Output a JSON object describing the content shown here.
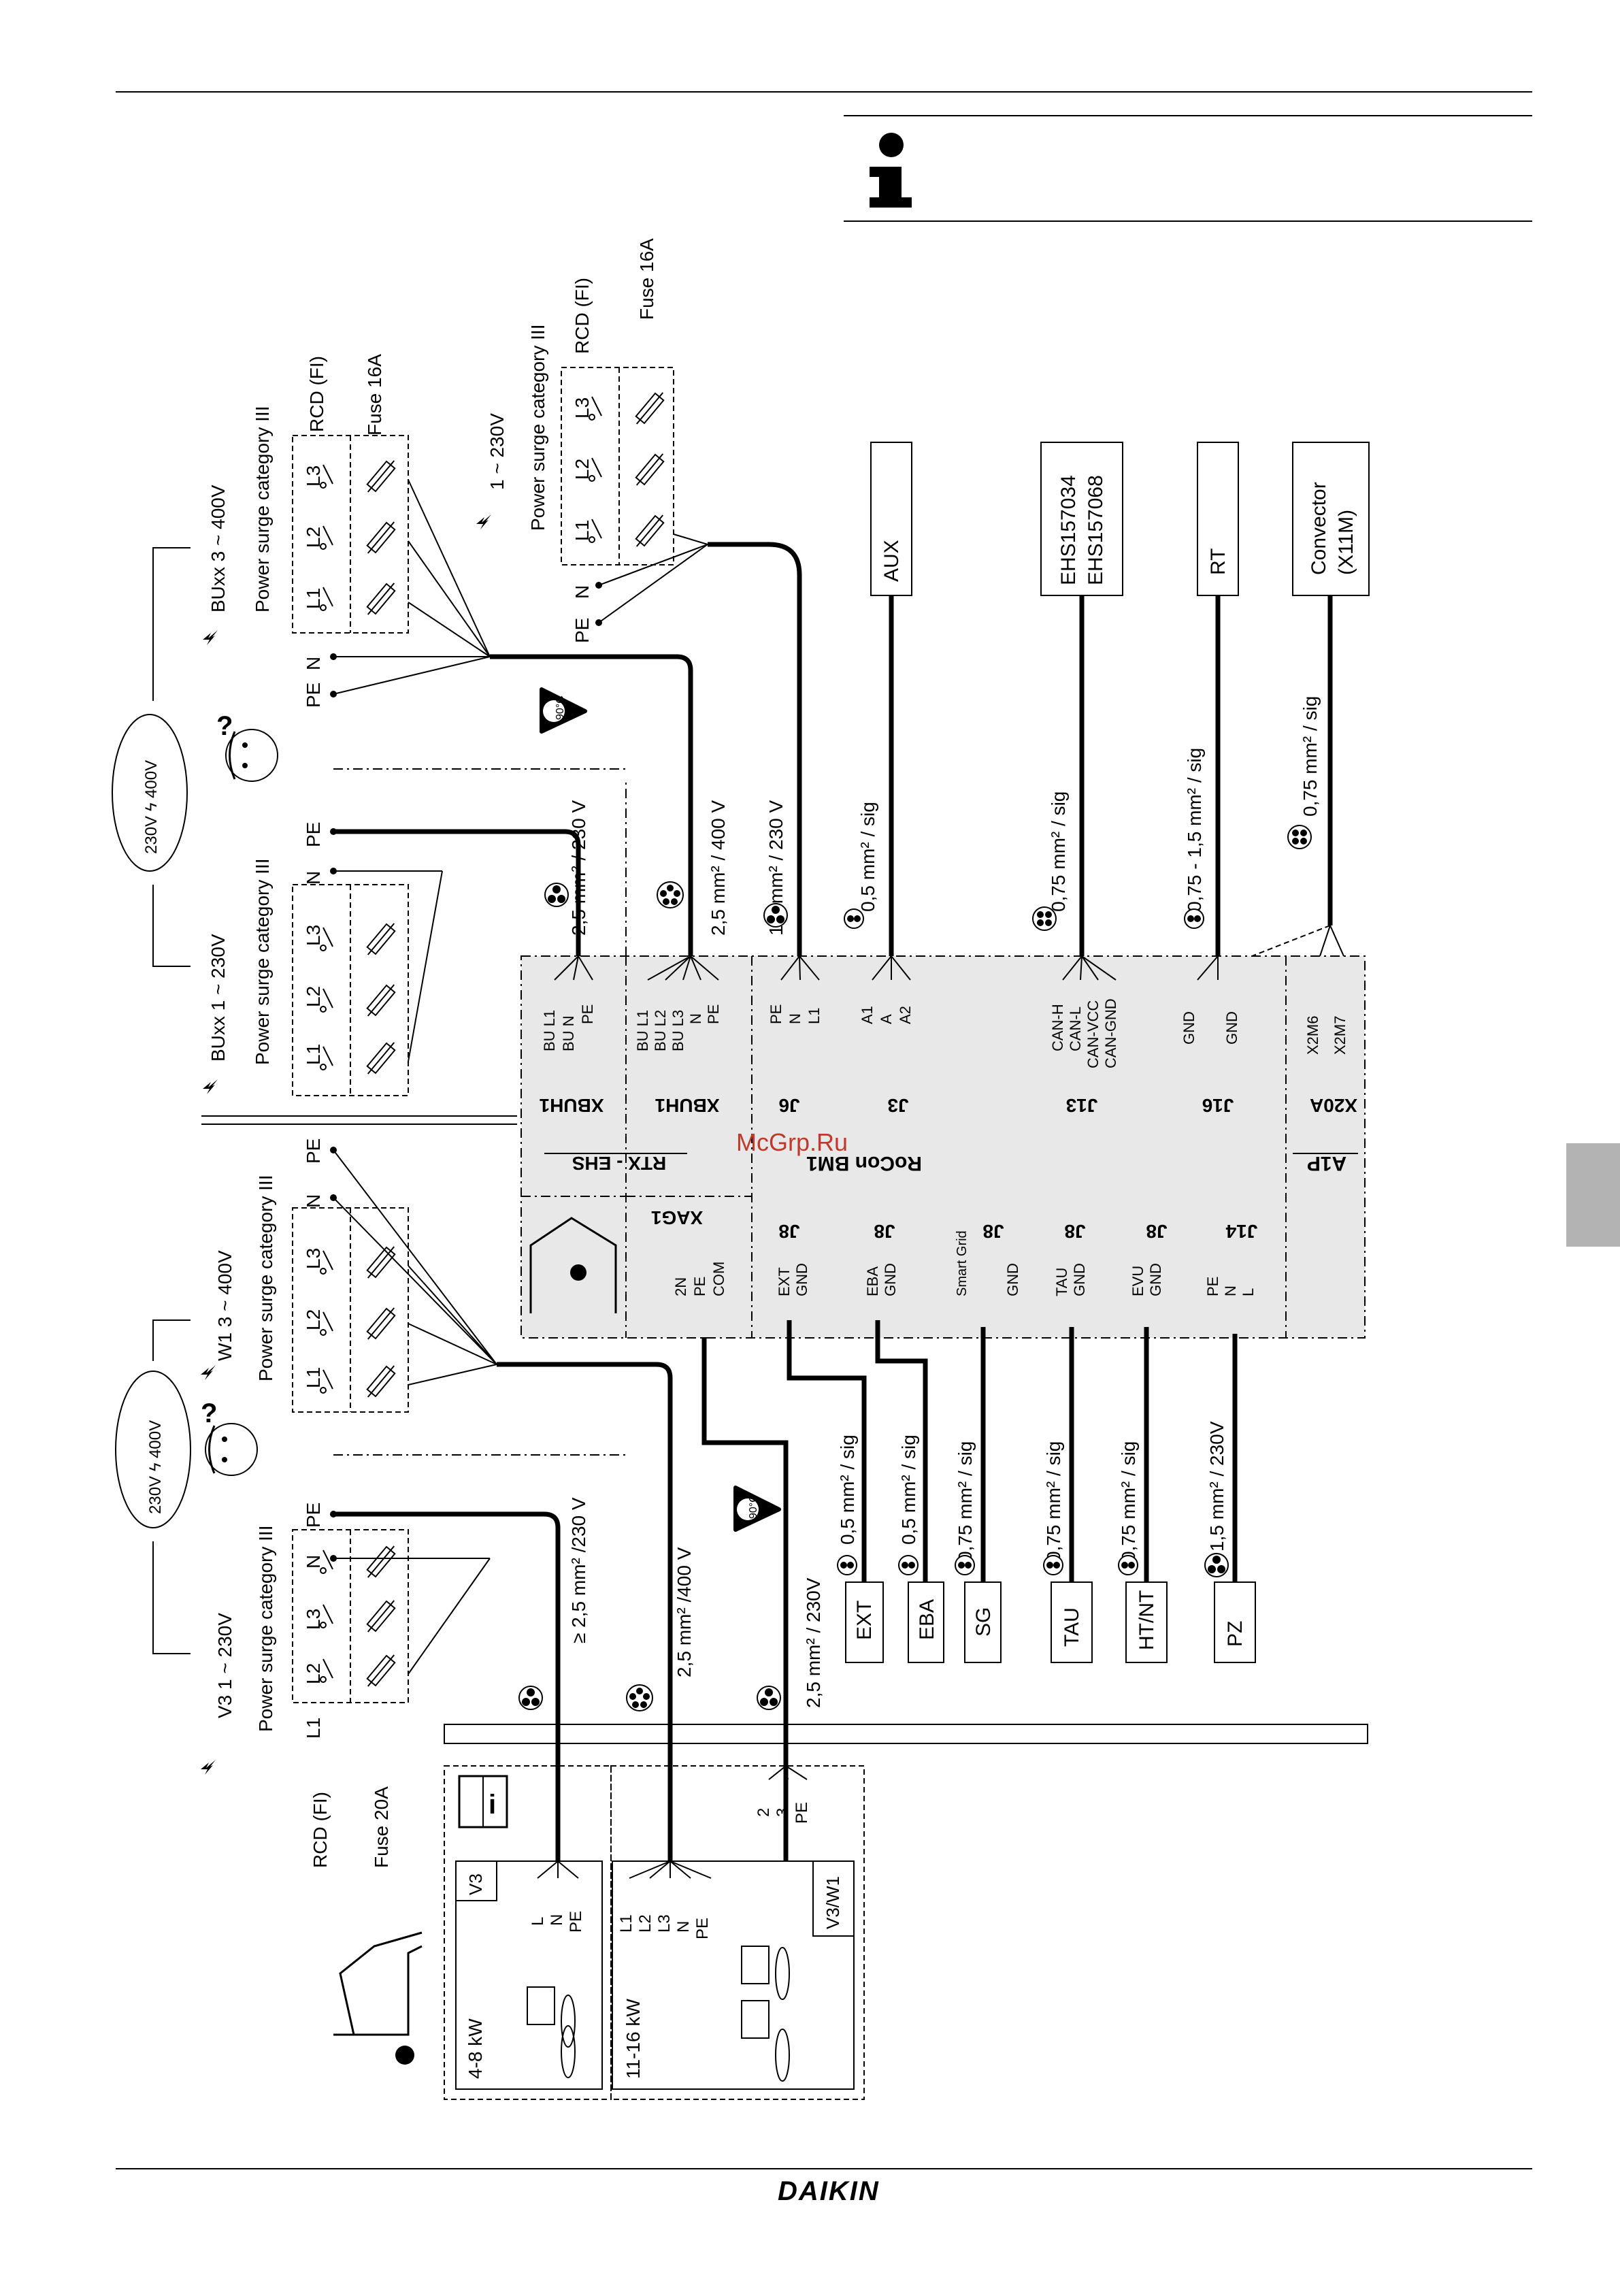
{
  "footer": {
    "brand": "DAIKIN"
  },
  "watermark": "McGrp.Ru",
  "info_icon": "info-icon",
  "top_section": {
    "v3": {
      "supply": "V3  1 ~ 230V",
      "surge": "Power surge category III",
      "rcd": "RCD (FI)",
      "fuse": "Fuse 20A",
      "terms": [
        "L1",
        "L2",
        "L3",
        "N",
        "PE"
      ]
    },
    "w1": {
      "supply": "W1  3 ~ 400V",
      "surge": "Power surge category III"
    },
    "choice": "230V ϟ 400V",
    "indoor_terminal": {
      "block": "XAG1",
      "terms": [
        "2N",
        "PE",
        "COM"
      ]
    },
    "cable_v3": "≥ 2,5 mm² /230 V",
    "cable_w1": "2,5 mm² /400 V",
    "cable_link": "2,5 mm² / 230V",
    "temp_badge": "90°C",
    "outdoor_v3": {
      "label": "V3",
      "power": "4-8 kW",
      "terms": [
        "L",
        "N",
        "PE"
      ]
    },
    "outdoor_w1": {
      "label": "V3/W1",
      "power": "11-16 kW",
      "terms": [
        "L1",
        "L2",
        "L3",
        "N",
        "PE"
      ]
    },
    "outdoor_link_terms": [
      "2",
      "3",
      "PE"
    ]
  },
  "signals": [
    {
      "connector": "J8",
      "terms": [
        "EXT",
        "GND"
      ],
      "cable": "0,5 mm² / sig",
      "device": "EXT"
    },
    {
      "connector": "J8",
      "terms": [
        "EBA",
        "GND"
      ],
      "cable": "0,5 mm² / sig",
      "device": "EBA"
    },
    {
      "connector": "J8",
      "terms": [
        "Smart Grid",
        "GND"
      ],
      "cable": "0,75 mm² / sig",
      "device": "SG"
    },
    {
      "connector": "J8",
      "terms": [
        "TAU",
        "GND"
      ],
      "cable": "0,75 mm² / sig",
      "device": "TAU"
    },
    {
      "connector": "J8",
      "terms": [
        "EVU",
        "GND"
      ],
      "cable": "0,75 mm² / sig",
      "device": "HT/NT"
    },
    {
      "connector": "J14",
      "terms": [
        "PE",
        "N",
        "L"
      ],
      "cable": "1,5 mm² / 230V",
      "device": "PZ"
    }
  ],
  "module": {
    "rtx": "RTX - EHS",
    "rocon": "RoCon BM1",
    "a1p": "A1P",
    "xbuh1_a": {
      "name": "XBUH1",
      "terms": [
        "BU L1",
        "BU N",
        "PE"
      ]
    },
    "xbuh1_b": {
      "name": "XBUH1",
      "terms": [
        "BU L1",
        "BU L2",
        "BU L3",
        "N",
        "PE"
      ]
    },
    "j6": {
      "name": "J6",
      "terms": [
        "PE",
        "N",
        "L1"
      ]
    },
    "j3": {
      "name": "J3",
      "terms": [
        "A1",
        "A",
        "A2"
      ]
    },
    "j13": {
      "name": "J13",
      "terms": [
        "CAN-H",
        "CAN-L",
        "CAN-VCC",
        "CAN-GND"
      ]
    },
    "j16": {
      "name": "J16",
      "terms": [
        "GND",
        "GND"
      ]
    },
    "x20a": {
      "name": "X20A",
      "terms": [
        "X2M6",
        "X2M7"
      ]
    }
  },
  "bottom_section": {
    "buxx1": {
      "supply": "BUxx  1 ~ 230V",
      "surge": "Power surge category III",
      "terms": [
        "L1",
        "L2",
        "L3",
        "N",
        "PE"
      ]
    },
    "buxx3": {
      "supply": "BUxx  3 ~ 400V",
      "surge": "Power surge category III",
      "rcd": "RCD (FI)",
      "fuse": "Fuse 16A"
    },
    "choice": "230V ϟ 400V",
    "main": {
      "supply": "1 ~ 230V",
      "surge": "Power surge category III",
      "rcd": "RCD (FI)",
      "fuse": "Fuse 16A",
      "terms": [
        "L1",
        "L2",
        "L3",
        "N",
        "PE"
      ]
    },
    "cables": [
      "2,5 mm² / 230 V",
      "2,5 mm² / 400 V",
      "1,5 mm² / 230 V",
      "0,5 mm² / sig",
      "0,75 mm² / sig",
      "0,75 - 1,5 mm² / sig",
      "0,75 mm² / sig"
    ],
    "devices": {
      "aux": "AUX",
      "ehs": [
        "EHS157034",
        "EHS157068"
      ],
      "rt": "RT",
      "conv": [
        "Convector",
        "(X11M)"
      ]
    }
  }
}
